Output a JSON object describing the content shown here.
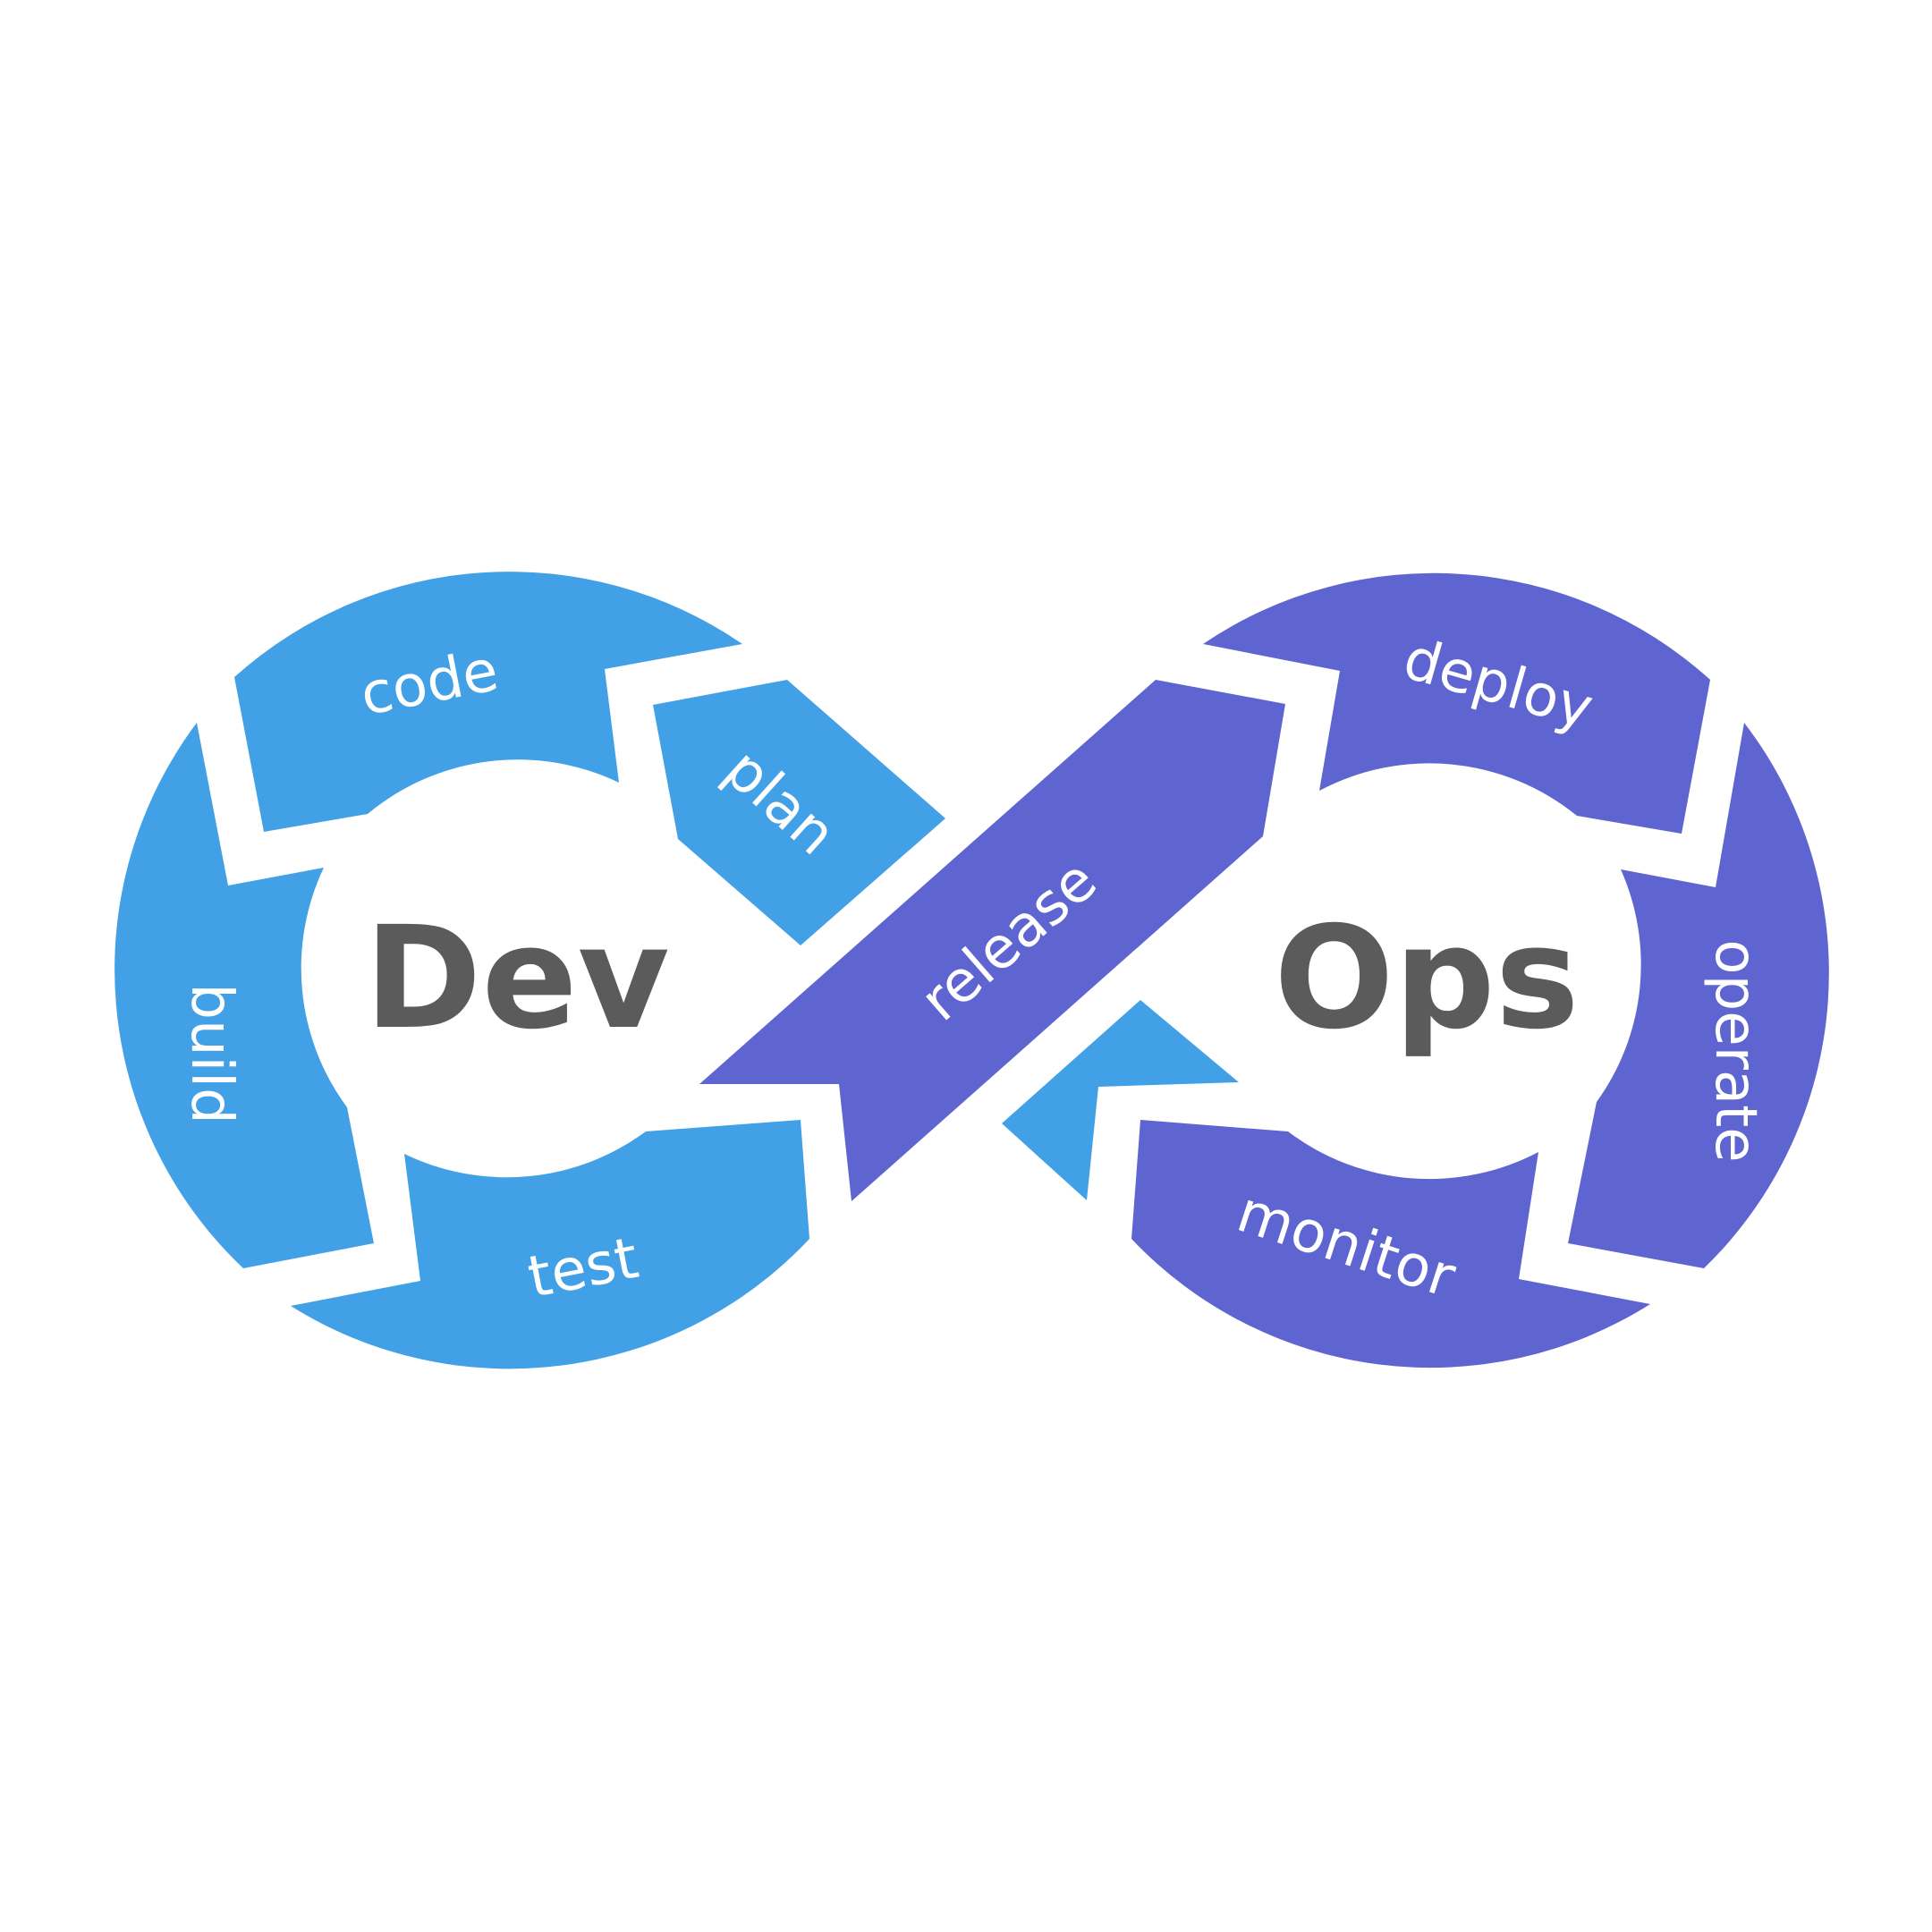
{
  "colors": {
    "dev": "#42A1E6",
    "ops": "#5E65D0",
    "text": "#5B5B5B",
    "background": "#FFFFFF"
  },
  "center_labels": {
    "dev": "Dev",
    "ops": "Ops"
  },
  "stages": {
    "code": "code",
    "plan": "plan",
    "build": "build",
    "test": "test",
    "release": "release",
    "deploy": "deploy",
    "operate": "operate",
    "monitor": "monitor"
  }
}
